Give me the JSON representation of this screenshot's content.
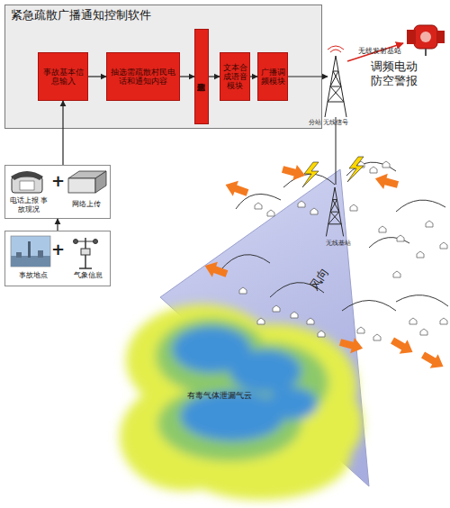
{
  "diagram": {
    "nodes": [
      {
        "text": [
          "紧急疏散广播通知控制软件"
        ]
      },
      {
        "text": [
          "事故基本信息输入"
        ],
        "in": 0
      },
      {
        "text": [
          "抽选需疏散村民电话和通知内容"
        ],
        "in": 0
      },
      {
        "text": [
          "信息发送队列"
        ],
        "in": 0
      },
      {
        "text": [
          "文本合成语音模块"
        ],
        "in": 0
      },
      {
        "text": [
          "广播调频模块"
        ],
        "in": 0
      },
      {
        "text": [
          "电话上报 事故现况",
          "网络上传"
        ]
      },
      {
        "text": [
          "事故地点",
          "气象信息"
        ]
      }
    ],
    "edges": [
      {
        "from": 1,
        "to": 2,
        "arrow": "to"
      },
      {
        "from": 2,
        "to": 3,
        "arrow": "to"
      },
      {
        "from": 3,
        "to": 4,
        "arrow": "to"
      },
      {
        "from": 4,
        "to": 5,
        "arrow": "to"
      },
      {
        "from": 6,
        "to": 1,
        "arrow": "to"
      },
      {
        "from": 7,
        "to": 6,
        "arrow": "to"
      }
    ],
    "labels": [
      "无线发射基站",
      "调频电动防空警报",
      "分站 无线信号",
      "无线基站",
      "风向",
      "有毒气体泄漏气云",
      "+",
      "+"
    ]
  }
}
